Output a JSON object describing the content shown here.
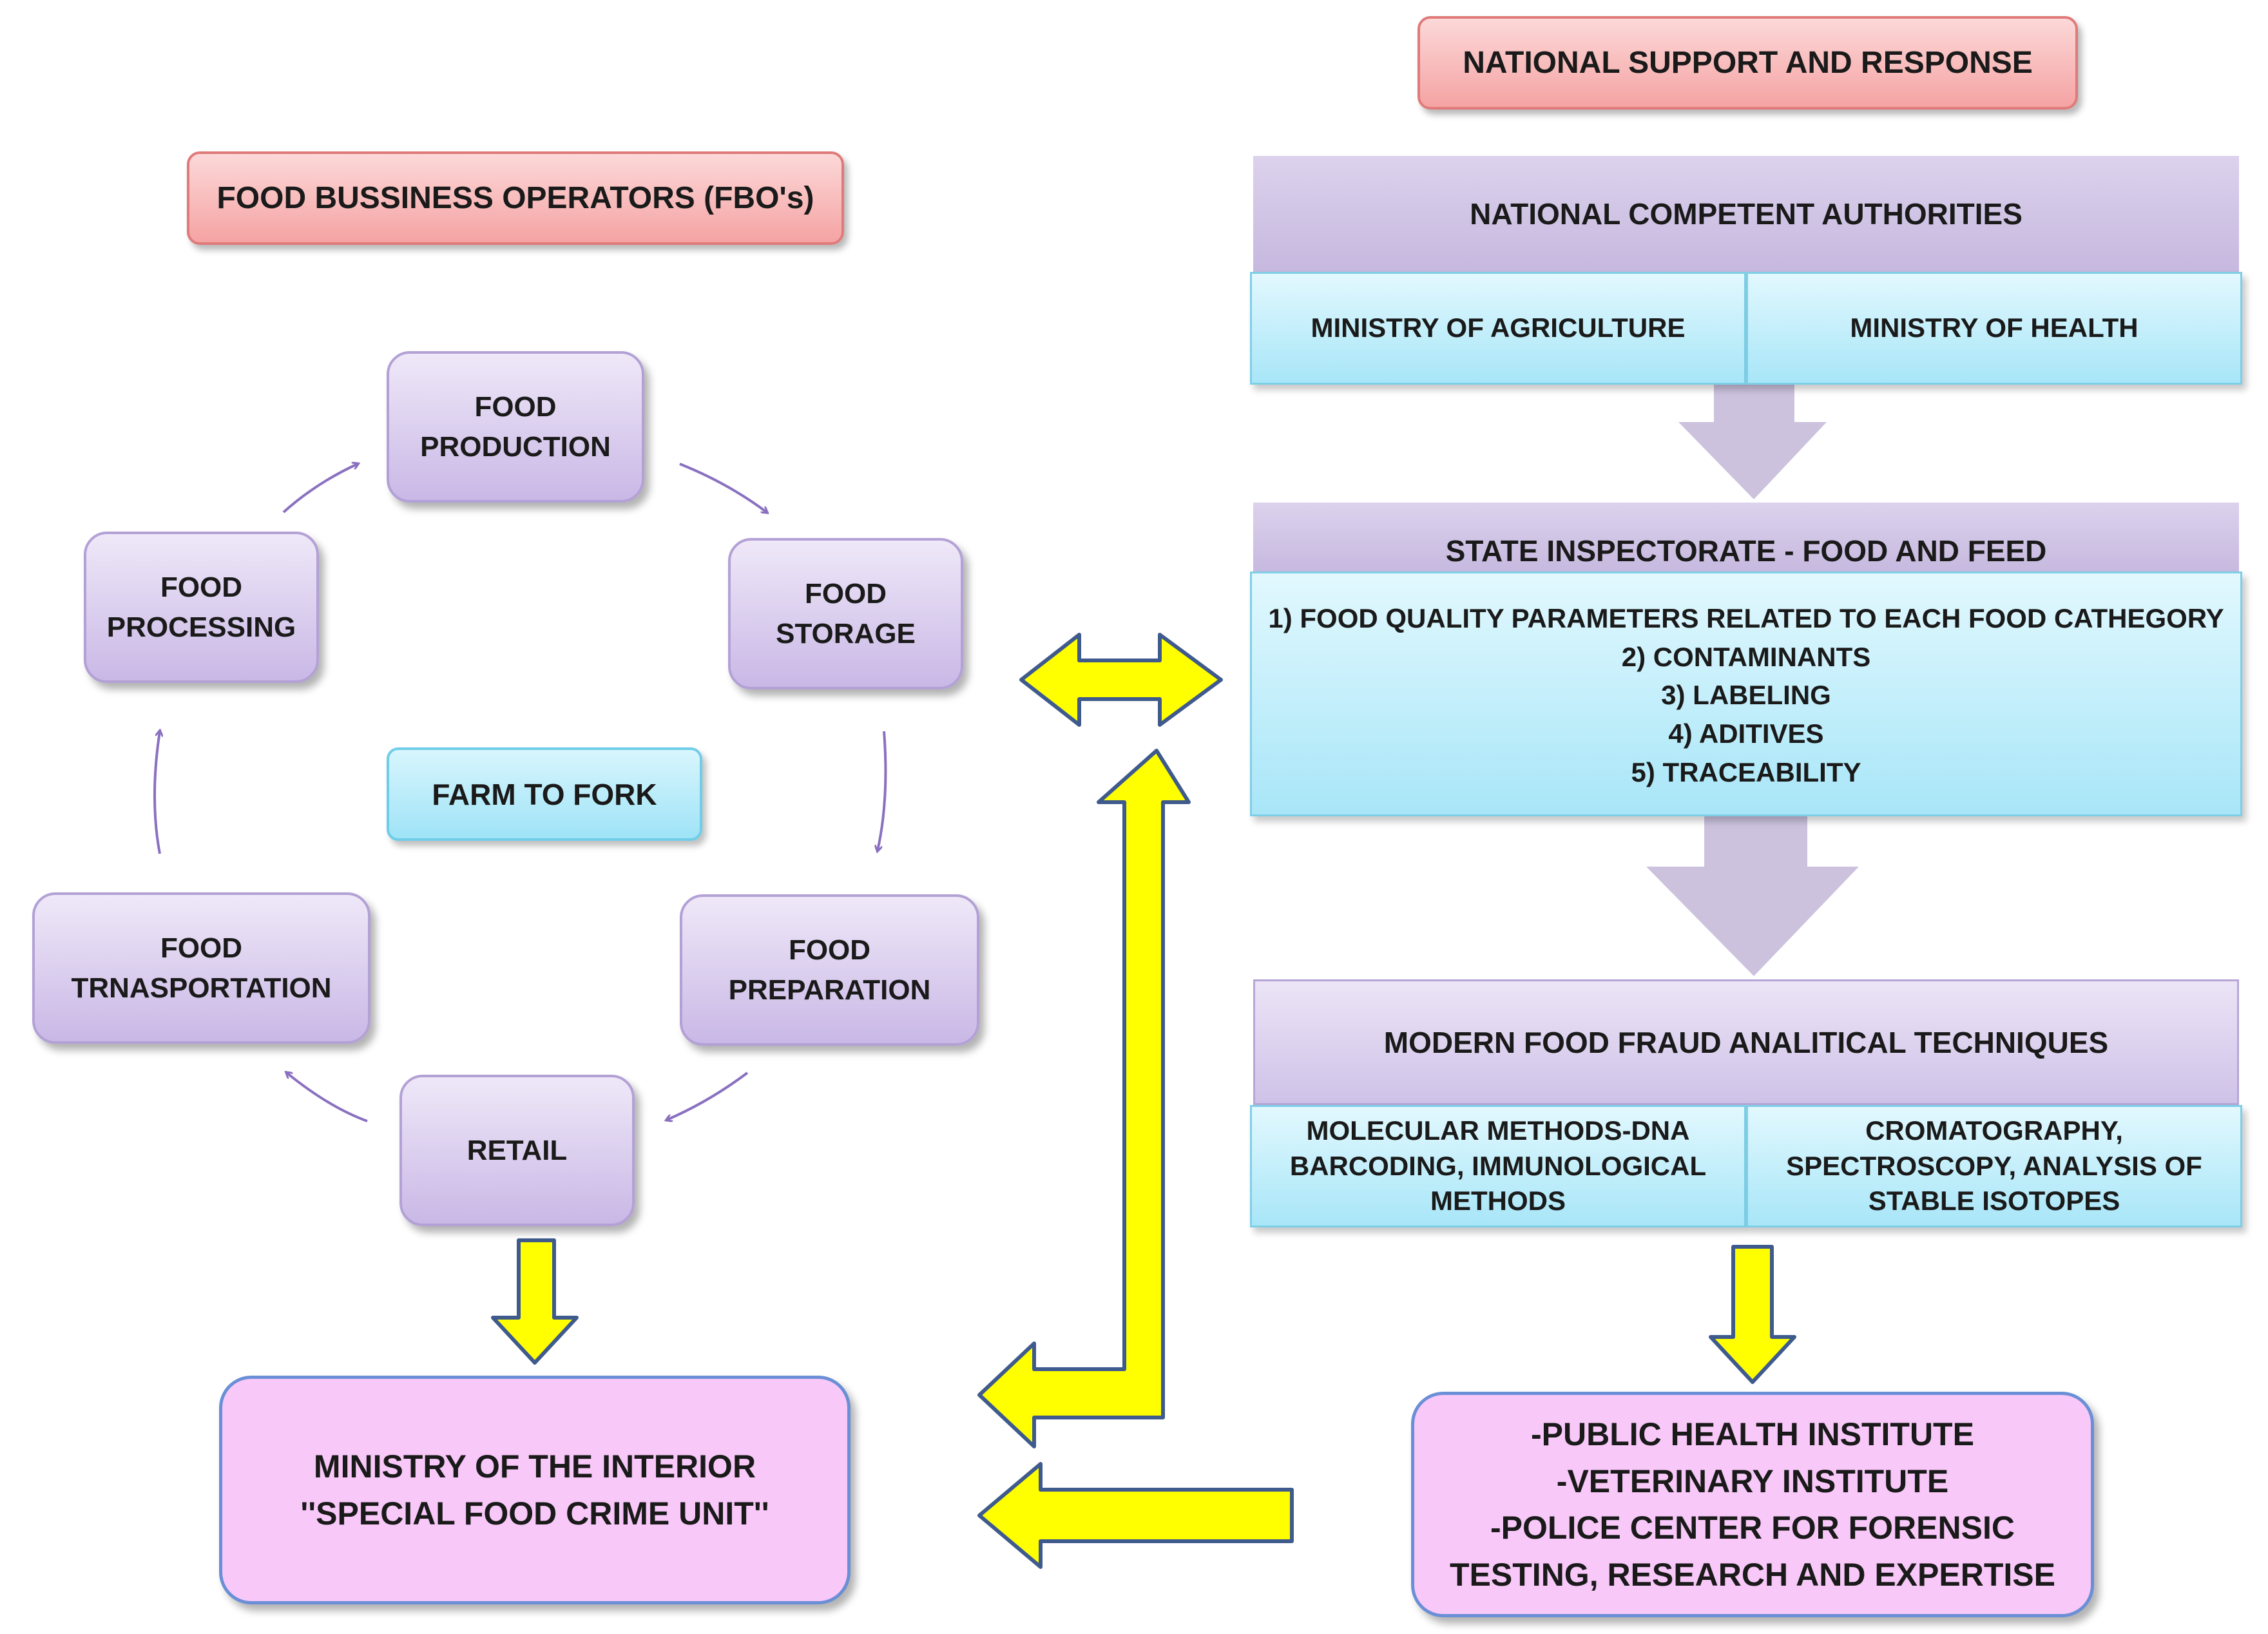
{
  "fbo": {
    "title": "FOOD BUSSINESS OPERATORS (FBO's)",
    "cycle": {
      "production": "FOOD\nPRODUCTION",
      "storage": "FOOD\nSTORAGE",
      "preparation": "FOOD\nPREPARATION",
      "retail": "RETAIL",
      "transportation": "FOOD\nTRNASPORTATION",
      "processing": "FOOD\nPROCESSING"
    },
    "center_label": "FARM TO FORK",
    "interior": "MINISTRY OF THE INTERIOR\n''SPECIAL FOOD CRIME UNIT''"
  },
  "national": {
    "title": "NATIONAL SUPPORT AND RESPONSE",
    "authorities": {
      "header": "NATIONAL COMPETENT AUTHORITIES",
      "agriculture": "MINISTRY OF AGRICULTURE",
      "health": "MINISTRY OF HEALTH"
    },
    "inspectorate": {
      "header": "STATE INSPECTORATE - FOOD AND FEED",
      "items": "1) FOOD QUALITY PARAMETERS RELATED TO EACH FOOD CATHEGORY\n2) CONTAMINANTS\n3) LABELING\n4) ADITIVES\n5) TRACEABILITY"
    },
    "techniques": {
      "header": "MODERN FOOD FRAUD ANALITICAL TECHNIQUES",
      "molecular": "MOLECULAR METHODS-DNA\nBARCODING, IMMUNOLOGICAL\nMETHODS",
      "chromatography": "CROMATOGRAPHY,\nSPECTROSCOPY, ANALYSIS OF\nSTABLE ISOTOPES"
    },
    "institutes": "-PUBLIC HEALTH INSTITUTE\n-VETERINARY INSTITUTE\n-POLICE CENTER FOR FORENSIC\nTESTING, RESEARCH AND EXPERTISE"
  },
  "colors": {
    "yellow_arrow": "#ffff00",
    "arrow_outline": "#3f5a8c",
    "purple_arrow": "#c9bfdc",
    "thin_arrow": "#8a70c0"
  }
}
